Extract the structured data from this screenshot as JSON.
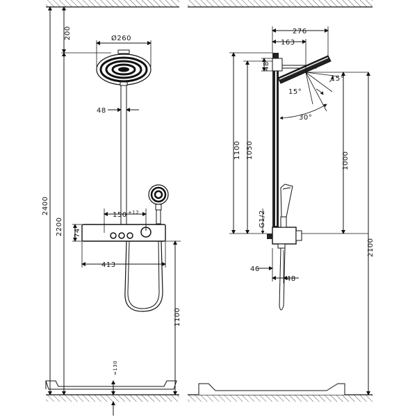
{
  "front_view": {
    "dims": {
      "ceiling_gap": "200",
      "head_diameter": "Ø260",
      "arm_width": "48",
      "total_height": "2400",
      "head_height": "2200",
      "valve_spacing": "150",
      "valve_tolerance": "±12",
      "valve_depth": "74",
      "valve_width": "413",
      "hose_height": "1100",
      "floor_offset": "≈130"
    }
  },
  "side_view": {
    "dims": {
      "head_reach": "276",
      "arm_reach": "163",
      "head_thickness": "48",
      "angle_a": "15°",
      "angle_b": "15°",
      "angle_c": "30°",
      "rail_height_a": "1100",
      "rail_height_b": "1050",
      "thread": "G1/2",
      "head_drop": "1000",
      "head_to_floor": "2100",
      "wall_offset": "46",
      "handle_depth": "48"
    }
  },
  "colors": {
    "line": "#111111",
    "hatch": "#555555",
    "fill_dark": "#222222",
    "fill_light": "#ffffff"
  }
}
